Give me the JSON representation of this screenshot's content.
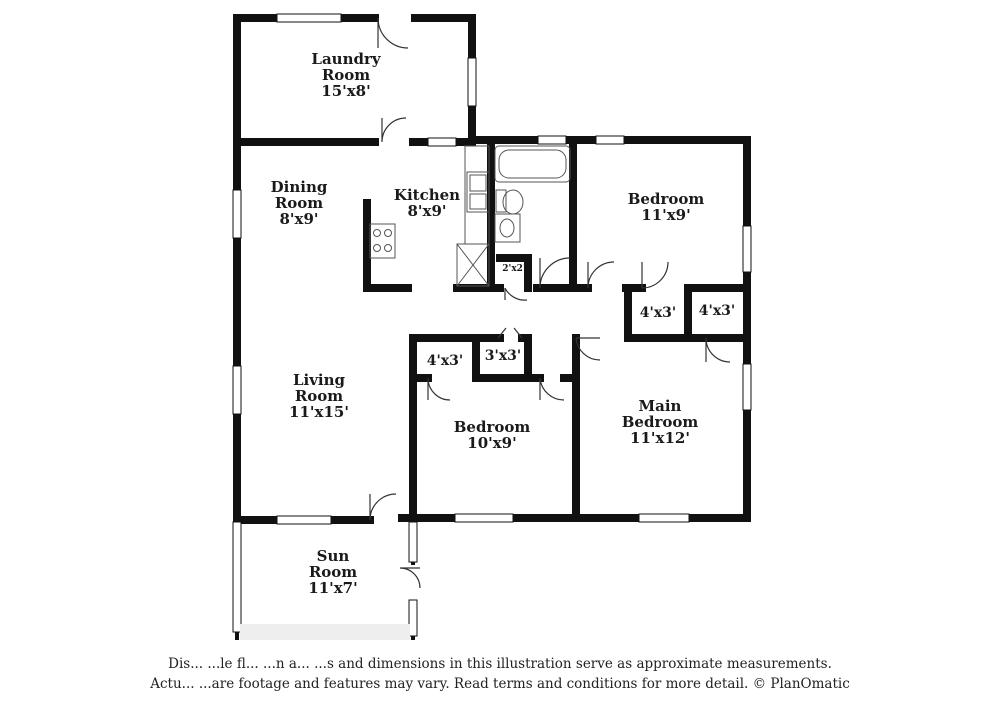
{
  "rooms": {
    "laundry": {
      "name1": "Laundry",
      "name2": "Room",
      "size": "15'x8'"
    },
    "dining": {
      "name1": "Dining",
      "name2": "Room",
      "size": "8'x9'"
    },
    "kitchen": {
      "name1": "Kitchen",
      "size": "8'x9'"
    },
    "bedroom_ne": {
      "name1": "Bedroom",
      "size": "11'x9'"
    },
    "living": {
      "name1": "Living",
      "name2": "Room",
      "size": "11'x15'"
    },
    "bedroom_mid": {
      "name1": "Bedroom",
      "size": "10'x9'"
    },
    "main_bedroom": {
      "name1": "Main",
      "name2": "Bedroom",
      "size": "11'x12'"
    },
    "sun": {
      "name1": "Sun",
      "name2": "Room",
      "size": "11'x7'"
    }
  },
  "closets": {
    "c1": "2'x2'",
    "c2": "4'x3'",
    "c3": "4'x3'",
    "c4": "4'x3'",
    "c5": "3'x3'"
  },
  "disclaimer": {
    "line1": "Dis... ...le fl... ...n a... ...s and dimensions in this illustration serve as approximate measurements.",
    "line2": "Actu... ...are footage and features may vary. Read terms and conditions for more detail. © PlanOmatic"
  },
  "colors": {
    "wall": "#111111",
    "fixture": "#555555"
  }
}
